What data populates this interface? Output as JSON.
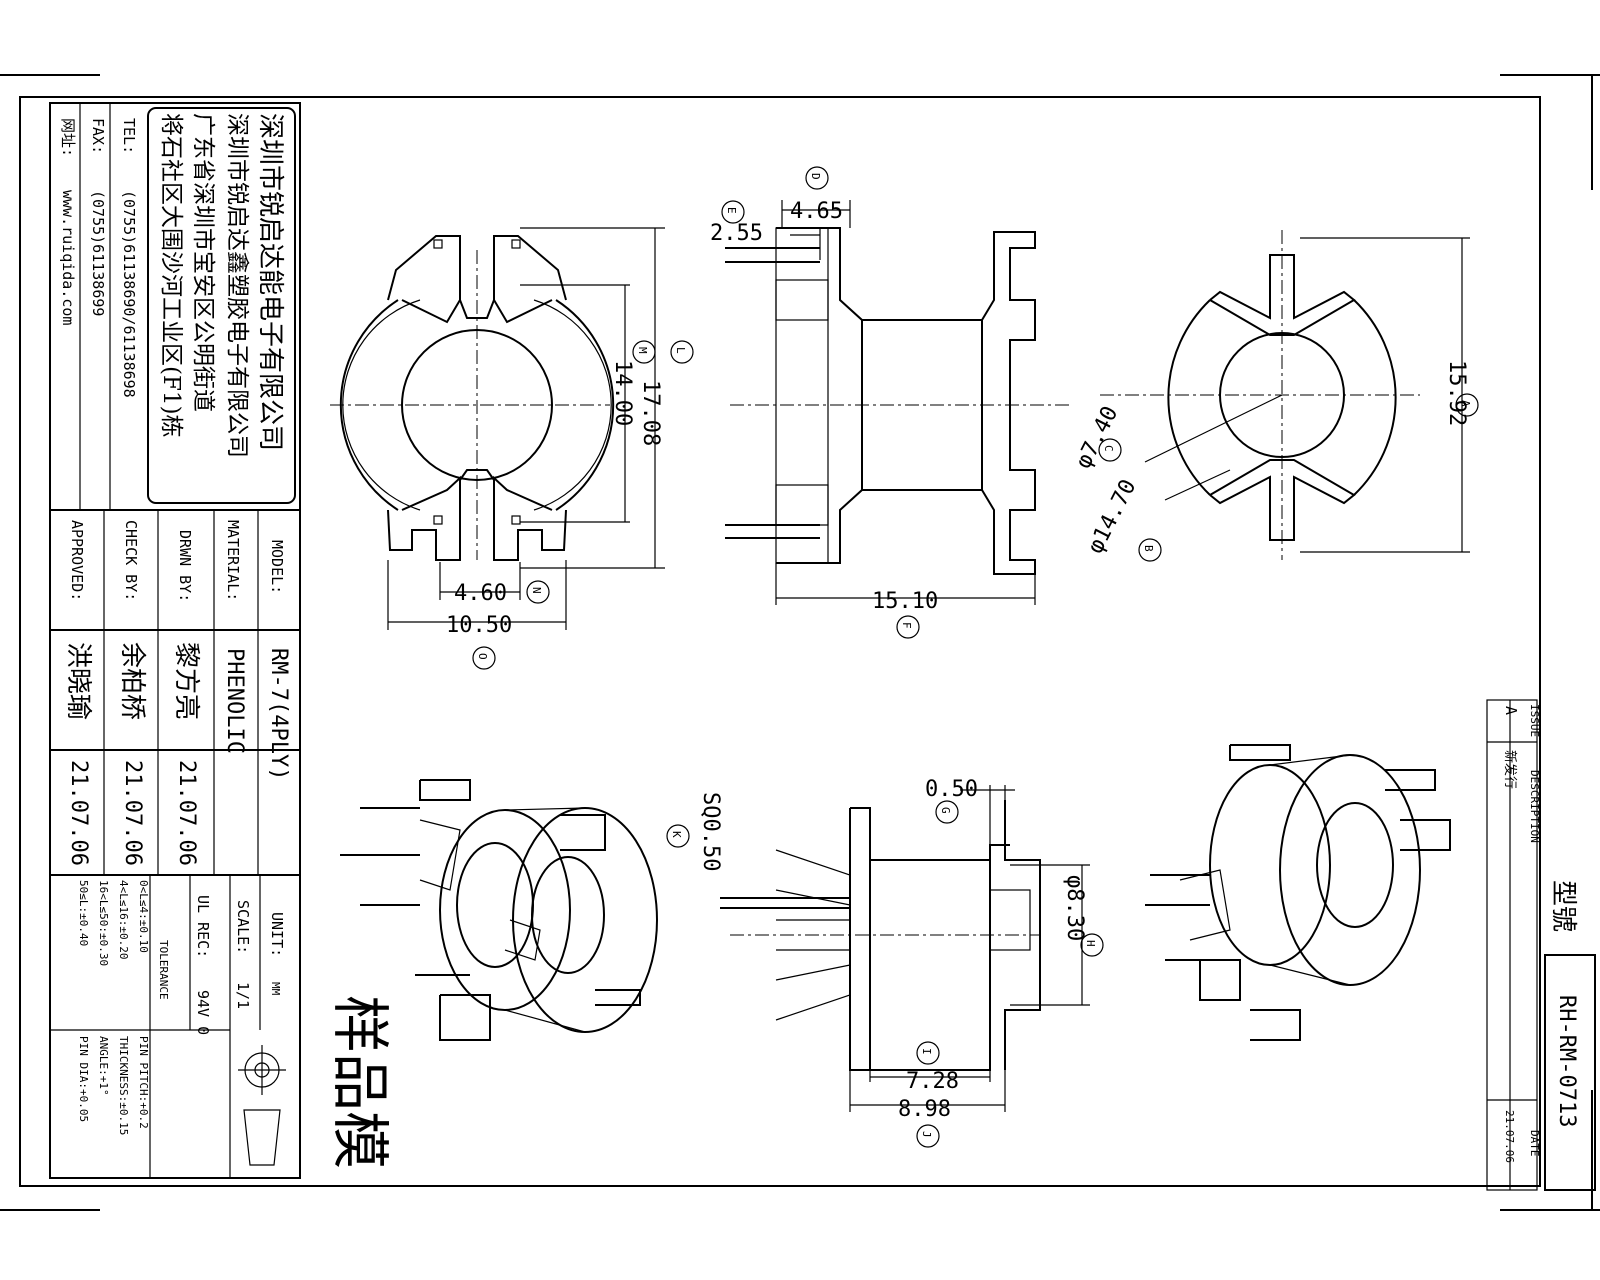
{
  "title_block": {
    "company_name": "深圳市锐启达能电子有限公司",
    "company_name_2": "深圳市锐启达鑫塑胶电子有限公司",
    "address_1": "广东省深圳市宝安区公明街道",
    "address_2": "将石社区大围沙河工业区(F1)栋",
    "tel_label": "TEL:",
    "tel_value": "(0755)61138690/61138698",
    "fax_label": "FAX:",
    "fax_value": "(0755)61138699",
    "web_label": "网址:",
    "web_value": "www.ruiqida.com",
    "model_label": "MODEL:",
    "model_value": "RM-7(4PLY)",
    "material_label": "MATERIAL:",
    "material_value": "PHENOLIC",
    "drwn_label": "DRWN BY:",
    "drwn_name": "黎方亮",
    "drwn_date": "21.07.06",
    "check_label": "CHECK BY:",
    "check_name": "余柏桥",
    "check_date": "21.07.06",
    "approved_label": "APPROVED:",
    "approved_name": "洪晓瑜",
    "approved_date": "21.07.06",
    "unit_label": "UNIT:",
    "unit_value": "MM",
    "scale_label": "SCALE:",
    "scale_value": "1/1",
    "ul_label": "UL REC:",
    "ul_value": "94V 0",
    "tolerance_label": "TOLERANCE",
    "tol_1": "0<L≤4:±0.10",
    "tol_2": "4<L≤16:±0.20",
    "tol_3": "16<L≤50:±0.30",
    "tol_4": "50≤L:±0.40",
    "tol_5": "PIN PITCH:+0.2",
    "tol_6": "THICKNESS:±0.15",
    "tol_7": "ANGLE:+1°",
    "tol_8": "PIN DIA:+0.05"
  },
  "sample_stamp": "样品模",
  "revision": {
    "issue_label": "ISSUE",
    "issue_value": "A",
    "description_label": "DESCRIPTION",
    "description_value": "新发行",
    "date_label": "DATE",
    "date_value": "21.07.06"
  },
  "part_number": {
    "label": "型號",
    "value": "RH-RM-0713"
  },
  "dimensions": {
    "front_L": "17.08",
    "front_M": "14.00",
    "front_N": "4.60",
    "front_O": "10.50",
    "side_D": "4.65",
    "side_E": "2.55",
    "side_F": "15.10",
    "back_A": "15.92",
    "back_C": "φ7.40",
    "back_B": "φ14.70",
    "bottom_G": "0.50",
    "bottom_K": "SQ0.50",
    "bottom_H": "φ8.30",
    "bottom_I": "7.28",
    "bottom_J": "8.98"
  },
  "balloons": {
    "A": "A",
    "B": "B",
    "C": "C",
    "D": "D",
    "E": "E",
    "F": "F",
    "G": "G",
    "H": "H",
    "I": "I",
    "J": "J",
    "K": "K",
    "L": "L",
    "M": "M",
    "N": "N",
    "O": "O"
  }
}
